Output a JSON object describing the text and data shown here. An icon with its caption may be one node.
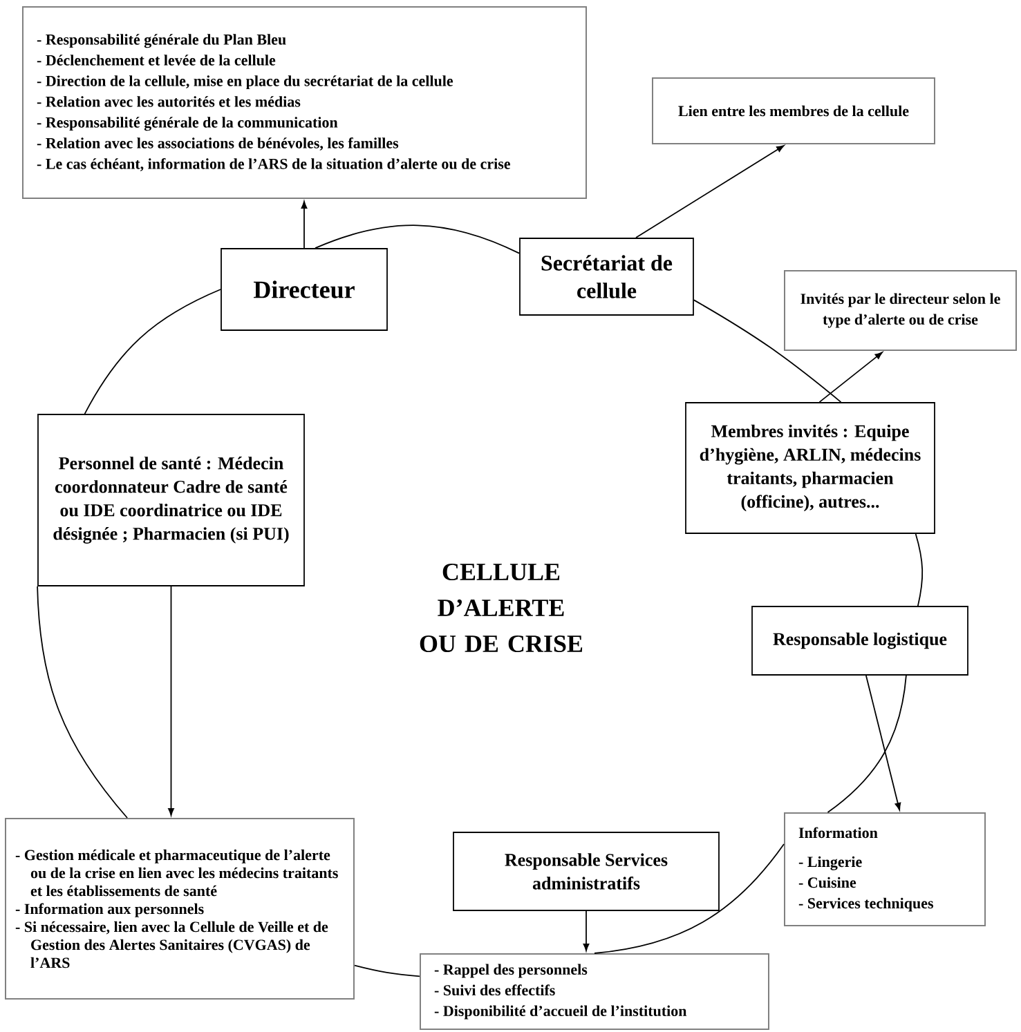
{
  "diagram": {
    "nodes": [
      {
        "text": [
          "- Responsabilité générale du Plan Bleu",
          "- Déclenchement et levée de la cellule",
          "- Direction de la cellule, mise en place du secrétariat de la cellule",
          "- Relation avec les autorités et les médias",
          "- Responsabilité générale de la communication",
          "- Relation avec les associations de bénévoles, les familles",
          "- Le cas échéant, information de l’ARS de la situation d’alerte ou de crise"
        ]
      },
      {
        "text": [
          "Lien entre les membres de la cellule"
        ]
      },
      {
        "text": [
          "Directeur"
        ]
      },
      {
        "text": [
          "Secrétariat de cellule"
        ]
      },
      {
        "text": [
          "Invités par le directeur selon le type d’alerte ou de crise"
        ]
      },
      {
        "text": [
          "Personnel de santé : Médecin coordonnateur Cadre de santé ou IDE coordinatrice ou IDE désignée ; Pharmacien (si PUI)"
        ]
      },
      {
        "text": [
          "Membres invités : Equipe d’hygiène, ARLIN, médecins traitants, pharmacien (officine), autres..."
        ]
      },
      {
        "text": [
          "Responsable logistique"
        ]
      },
      {
        "text": [
          "- Gestion médicale et pharmaceutique de l’alerte ou de la crise en lien avec les médecins traitants et les établissements de santé",
          "- Information aux personnels",
          "- Si nécessaire, lien avec la Cellule de Veille et de Gestion des Alertes Sanitaires (CVGAS) de l’ARS"
        ]
      },
      {
        "text": [
          "Responsable Services administratifs"
        ]
      },
      {
        "text": [
          "Information",
          "- Lingerie",
          "- Cuisine",
          "- Services techniques"
        ]
      },
      {
        "text": [
          "- Rappel des personnels",
          "- Suivi des effectifs",
          "- Disponibilité d’accueil de l’institution"
        ]
      }
    ],
    "edges": [
      {
        "from": 2,
        "to": 0,
        "arrow": "to"
      },
      {
        "from": 3,
        "to": 1,
        "arrow": "to"
      },
      {
        "from": 6,
        "to": 4,
        "arrow": "to"
      },
      {
        "from": 5,
        "to": 8,
        "arrow": "to"
      },
      {
        "from": 7,
        "to": 10,
        "arrow": "to"
      },
      {
        "from": 9,
        "to": 11,
        "arrow": "to"
      },
      {
        "from": 2,
        "to": 3,
        "arrow": "none"
      },
      {
        "from": 3,
        "to": 6,
        "arrow": "none"
      },
      {
        "from": 6,
        "to": 7,
        "arrow": "none"
      },
      {
        "from": 7,
        "to": 10,
        "arrow": "none"
      },
      {
        "from": 10,
        "to": 11,
        "arrow": "none"
      },
      {
        "from": 11,
        "to": 8,
        "arrow": "none"
      },
      {
        "from": 8,
        "to": 5,
        "arrow": "none"
      },
      {
        "from": 5,
        "to": 2,
        "arrow": "none"
      }
    ],
    "labels": [
      "CELLULE D’ALERTE OU DE CRISE"
    ]
  }
}
